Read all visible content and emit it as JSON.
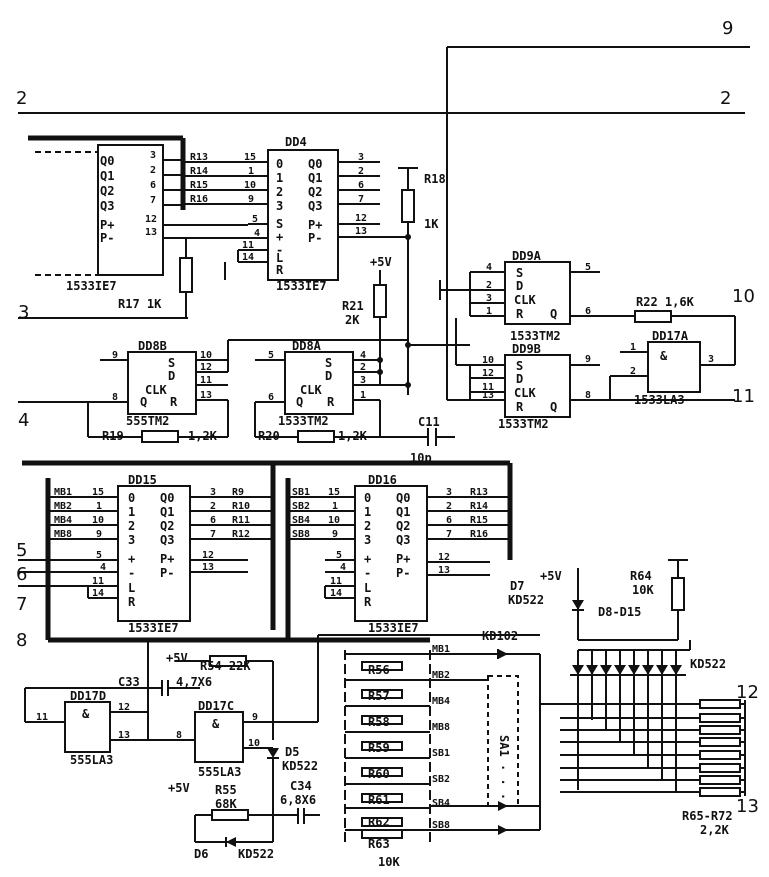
{
  "nets": [
    "9",
    "2",
    "2",
    "3",
    "4",
    "5",
    "6",
    "7",
    "8",
    "10",
    "11",
    "12",
    "13"
  ],
  "chips": {
    "dd4": {
      "ref": "DD4",
      "part": "1533IE7",
      "inputs": [
        "0",
        "1",
        "2",
        "3"
      ],
      "outputs": [
        "Q0",
        "Q1",
        "Q2",
        "Q3"
      ],
      "ctrl": [
        "S",
        "+",
        "-",
        "L",
        "R"
      ],
      "pouts": [
        "P+",
        "P-"
      ]
    },
    "dd_left": {
      "part": "1533IE7",
      "outputs": [
        "Q0",
        "Q1",
        "Q2",
        "Q3"
      ],
      "pouts": [
        "P+",
        "P-"
      ]
    },
    "dd9a": {
      "ref": "DD9A",
      "part": "1533TM2",
      "pins": [
        "S",
        "D",
        "CLK",
        "R",
        "Q"
      ]
    },
    "dd9b": {
      "ref": "DD9B",
      "part": "1533TM2",
      "pins": [
        "S",
        "D",
        "CLK",
        "R",
        "Q"
      ]
    },
    "dd8b": {
      "ref": "DD8B",
      "part": "555TM2",
      "pins": [
        "S",
        "D",
        "CLK",
        "R",
        "Q"
      ]
    },
    "dd8a": {
      "ref": "DD8A",
      "part": "1533TM2",
      "pins": [
        "S",
        "D",
        "CLK",
        "R",
        "Q"
      ]
    },
    "dd17a": {
      "ref": "DD17A",
      "part": "1533LA3"
    },
    "dd15": {
      "ref": "DD15",
      "part": "1533IE7",
      "inputs": [
        "0",
        "1",
        "2",
        "3"
      ],
      "outputs": [
        "Q0",
        "Q1",
        "Q2",
        "Q3"
      ],
      "ctrl": [
        "+",
        "-",
        "L",
        "R"
      ],
      "pouts": [
        "P+",
        "P-"
      ]
    },
    "dd16": {
      "ref": "DD16",
      "part": "1533IE7",
      "inputs": [
        "0",
        "1",
        "2",
        "3"
      ],
      "outputs": [
        "Q0",
        "Q1",
        "Q2",
        "Q3"
      ],
      "ctrl": [
        "+",
        "-",
        "L",
        "R"
      ],
      "pouts": [
        "P+",
        "P-"
      ]
    },
    "dd17d": {
      "ref": "DD17D",
      "part": "555LA3"
    },
    "dd17c": {
      "ref": "DD17C",
      "part": "555LA3"
    }
  },
  "bus_labels": {
    "dd4_in": [
      "R13",
      "R14",
      "R15",
      "R16"
    ],
    "dd15_in": [
      "MB1",
      "MB2",
      "MB4",
      "MB8"
    ],
    "dd15_out": [
      "R9",
      "R10",
      "R11",
      "R12"
    ],
    "dd16_in": [
      "SB1",
      "SB2",
      "SB4",
      "SB8"
    ],
    "dd16_out": [
      "R13",
      "R14",
      "R15",
      "R16"
    ],
    "switch_lines": [
      "MB1",
      "MB2",
      "MB4",
      "MB8",
      "SB1",
      "SB2",
      "SB4",
      "SB8"
    ]
  },
  "components": {
    "r17": "R17 1K",
    "r18": "R18",
    "r18_val": "1K",
    "r21": "R21",
    "r21_val": "2K",
    "r22": "R22 1,6K",
    "r19": "R19",
    "r19_val": "1,2K",
    "r20": "R20",
    "r20_val": "1,2K",
    "c11": "C11",
    "c11_val": "10p",
    "vcc": "+5V",
    "r54": "R54 22K",
    "c33": "C33",
    "c33_val": "4,7X6",
    "r55": "R55",
    "r55_val": "68K",
    "c34": "C34",
    "c34_val": "6,8X6",
    "d5": "D5",
    "d5_val": "KD522",
    "d6": "D6",
    "d6_val": "KD522",
    "d7": "D7",
    "d7_val": "KD522",
    "kd102": "KD102",
    "r64": "R64",
    "r64_val": "10K",
    "d8_15": "D8-D15",
    "kd522": "KD522",
    "r_bank": [
      "R56",
      "R57",
      "R58",
      "R59",
      "R60",
      "R61",
      "R62",
      "R63"
    ],
    "r_bank_val": "10K",
    "r65_72": "R65-R72",
    "r65_72_val": "2,2K",
    "switch_word": "SA1",
    "dots": ". . ."
  },
  "pin_numbers": {
    "dd4_in": [
      "15",
      "1",
      "10",
      "9"
    ],
    "dd4_out": [
      "3",
      "2",
      "6",
      "7"
    ],
    "dd4_ctrl": [
      "5",
      "4",
      "11",
      "14"
    ],
    "dd4_p": [
      "12",
      "13"
    ],
    "left_out": [
      "3",
      "2",
      "6",
      "7"
    ],
    "left_p": [
      "12",
      "13"
    ],
    "dd9a": [
      "4",
      "2",
      "3",
      "1",
      "5",
      "6"
    ],
    "dd9b": [
      "10",
      "12",
      "11",
      "13",
      "9",
      "8"
    ],
    "dd17a": [
      "1",
      "2",
      "3"
    ],
    "dd8b": [
      "9",
      "8",
      "10",
      "12",
      "11",
      "13"
    ],
    "dd8a": [
      "5",
      "6",
      "4",
      "2",
      "3",
      "1"
    ],
    "dd15_in": [
      "15",
      "1",
      "10",
      "9"
    ],
    "dd15_out": [
      "3",
      "2",
      "6",
      "7"
    ],
    "dd15_ctrl": [
      "5",
      "4",
      "11",
      "14"
    ],
    "dd15_p": [
      "12",
      "13"
    ],
    "dd16_in": [
      "15",
      "1",
      "10",
      "9"
    ],
    "dd16_out": [
      "3",
      "2",
      "6",
      "7"
    ],
    "dd16_ctrl": [
      "5",
      "4",
      "11",
      "14"
    ],
    "dd16_p": [
      "12",
      "13"
    ],
    "dd17d": [
      "11",
      "12",
      "13"
    ],
    "dd17c": [
      "8",
      "9",
      "10"
    ]
  }
}
